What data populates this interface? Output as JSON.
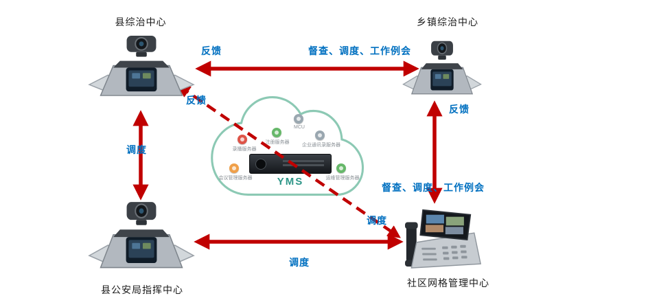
{
  "nodes": {
    "county_center": {
      "label": "县综治中心"
    },
    "township_center": {
      "label": "乡镇综治中心"
    },
    "police_command": {
      "label": "县公安局指挥中心"
    },
    "community_grid": {
      "label": "社区网格管理中心"
    }
  },
  "cloud": {
    "server_label": "YMS",
    "services": [
      {
        "label": "录播服务器"
      },
      {
        "label": "注册服务器"
      },
      {
        "label": "MCU"
      },
      {
        "label": "企业通讯录服务器"
      },
      {
        "label": "会议管理服务器"
      },
      {
        "label": "运维管理服务器"
      }
    ]
  },
  "edges": {
    "top_left_label": "反馈",
    "top_right_label": "督查、调度、工作例会",
    "left_label": "调度",
    "right_top_label": "反馈",
    "right_bottom_label": "督查、调度、工作例会",
    "bottom_label": "调度",
    "diagonal_start_label": "反馈",
    "diagonal_end_label": "调度"
  },
  "colors": {
    "arrow": "#c00000",
    "edge_label": "#0070c0",
    "cloud_border": "#8cc9b4",
    "yms_text": "#2e9688"
  }
}
